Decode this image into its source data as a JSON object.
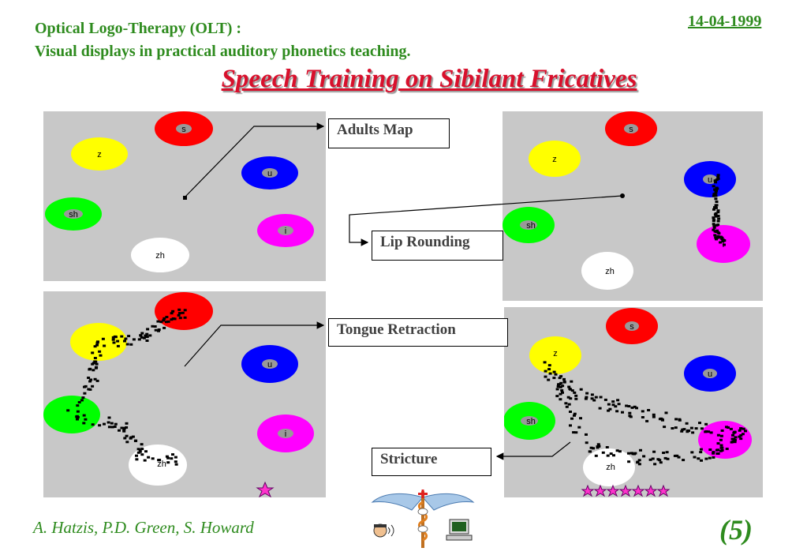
{
  "header": {
    "line1": "Optical Logo-Therapy (OLT) :",
    "line2": "Visual displays in practical auditory phonetics teaching.",
    "date": "14-04-1999"
  },
  "title": "Speech Training on Sibilant Fricatives",
  "phonemes": {
    "s": "s",
    "z": "z",
    "u": "u",
    "sh": "sh",
    "i": "i",
    "zh": "zh"
  },
  "colors": {
    "s": "#ff0000",
    "z": "#ffff00",
    "u": "#0000ff",
    "sh": "#00ff00",
    "i": "#ff00ff",
    "zh": "#ffffff"
  },
  "labels": {
    "adults_map": "Adults Map",
    "lip_rounding": "Lip Rounding",
    "tongue_retraction": "Tongue Retraction",
    "stricture": "Stricture"
  },
  "footer": {
    "authors": "A. Hatzis, P.D. Green, S. Howard",
    "page": "(5)"
  }
}
